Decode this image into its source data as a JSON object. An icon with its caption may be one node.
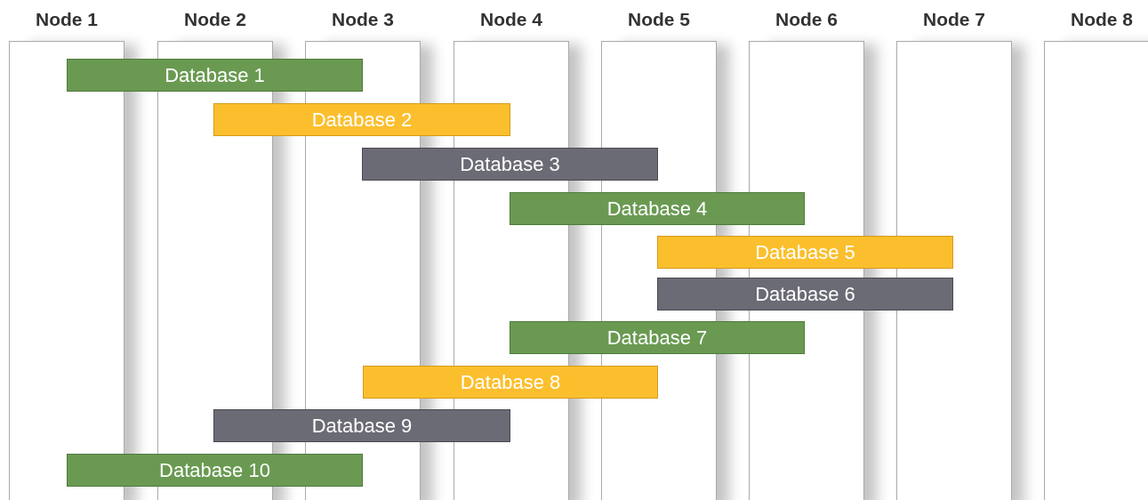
{
  "diagram": {
    "nodes": [
      {
        "text": [
          "Node 1"
        ]
      },
      {
        "text": [
          "Node 2"
        ]
      },
      {
        "text": [
          "Node 3"
        ]
      },
      {
        "text": [
          "Node 4"
        ]
      },
      {
        "text": [
          "Node 5"
        ]
      },
      {
        "text": [
          "Node 6"
        ]
      },
      {
        "text": [
          "Node 7"
        ]
      },
      {
        "text": [
          "Node 8"
        ]
      },
      {
        "text": [
          "Database 1"
        ]
      },
      {
        "text": [
          "Database 2"
        ]
      },
      {
        "text": [
          "Database 3"
        ]
      },
      {
        "text": [
          "Database 4"
        ]
      },
      {
        "text": [
          "Database 5"
        ]
      },
      {
        "text": [
          "Database 6"
        ]
      },
      {
        "text": [
          "Database 7"
        ]
      },
      {
        "text": [
          "Database 8"
        ]
      },
      {
        "text": [
          "Database 9"
        ]
      },
      {
        "text": [
          "Database 10"
        ]
      }
    ],
    "edges": []
  }
}
